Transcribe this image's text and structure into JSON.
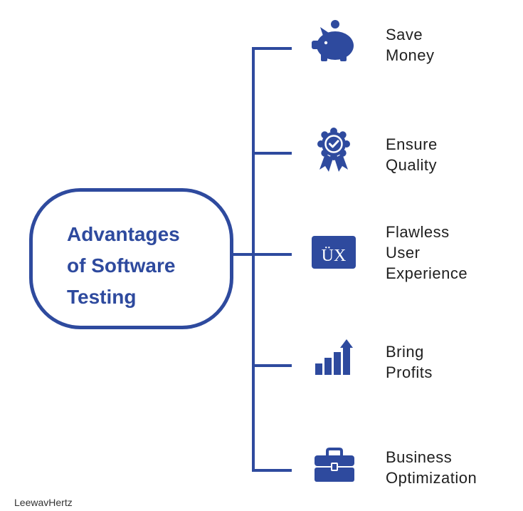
{
  "diagram": {
    "title_lines": [
      "Advantages",
      "of Software",
      "Testing"
    ],
    "advantages": [
      {
        "id": "save-money",
        "lines": [
          "Save",
          "Money"
        ],
        "icon": "piggy-bank-icon"
      },
      {
        "id": "ensure-quality",
        "lines": [
          "Ensure",
          "Quality"
        ],
        "icon": "quality-badge-icon"
      },
      {
        "id": "user-experience",
        "lines": [
          "Flawless",
          "User",
          "Experience"
        ],
        "icon": "ux-icon",
        "icon_text": "ÜX"
      },
      {
        "id": "bring-profits",
        "lines": [
          "Bring",
          "Profits"
        ],
        "icon": "growth-chart-icon"
      },
      {
        "id": "business-optimization",
        "lines": [
          "Business",
          "Optimization"
        ],
        "icon": "briefcase-icon"
      }
    ]
  },
  "colors": {
    "primary": "#2E4A9E",
    "text": "#1f1f1f",
    "background": "#ffffff"
  },
  "brand": "LeewavHertz"
}
